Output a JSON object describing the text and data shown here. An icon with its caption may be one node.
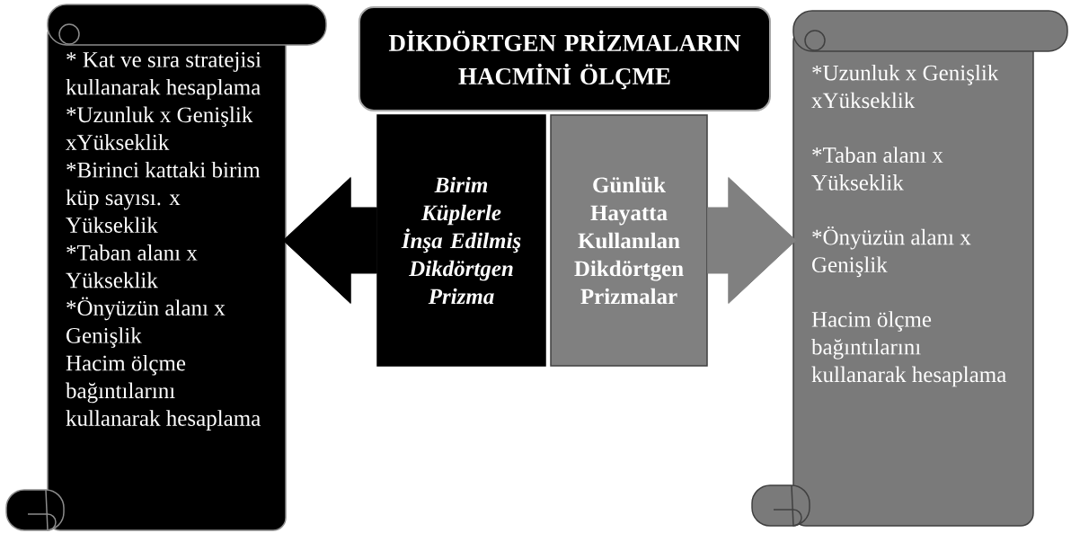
{
  "diagram": {
    "nodes": [
      {
        "text": [
          "* Kat ve sıra stratejisi kullanarak hesaplama",
          "*Uzunluk x Genişlik xYükseklik",
          "*Birinci kattaki birim küp sayısı. x Yükseklik",
          "*Taban alanı x Yükseklik",
          "*Önyüzün alanı x Genişlik",
          "Hacim ölçme bağıntılarını kullanarak hesaplama"
        ]
      },
      {
        "text": [
          "DİKDÖRTGEN PRİZMALARIN HACMİNİ ÖLÇME"
        ]
      },
      {
        "text": [
          "Birim Küplerle İnşa Edilmiş Dikdörtgen Prizma"
        ]
      },
      {
        "text": [
          "Günlük Hayatta Kullanılan Dikdörtgen Prizmalar"
        ]
      },
      {
        "text": [
          "*Uzunluk x Genişlik xYükseklik",
          "*Taban alanı x Yükseklik",
          "*Önyüzün alanı x Genişlik",
          "Hacim ölçme bağıntılarını kullanarak hesaplama"
        ]
      }
    ],
    "edges": [
      {
        "from": 2,
        "to": 0,
        "arrow": "to"
      },
      {
        "from": 3,
        "to": 4,
        "arrow": "to",
        "color": "#808080"
      }
    ]
  }
}
